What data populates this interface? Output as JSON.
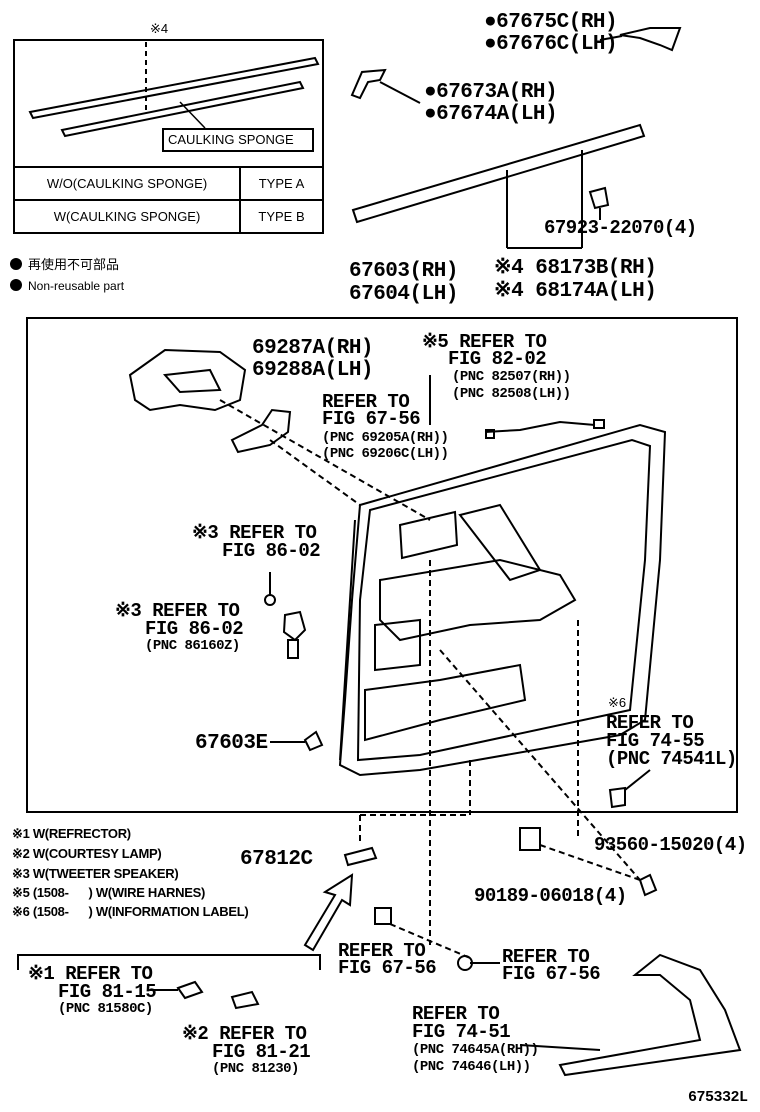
{
  "inset": {
    "mark": "※4",
    "callout": "CAULKING SPONGE",
    "table": [
      {
        "condition": "W/O(CAULKING SPONGE)",
        "type": "TYPE A"
      },
      {
        "condition": "W(CAULKING SPONGE)",
        "type": "TYPE B"
      }
    ]
  },
  "legend": {
    "jp": "再使用不可部品",
    "en": "Non-reusable part"
  },
  "parts": {
    "p67675c": "●67675C(RH)",
    "p67676c": "●67676C(LH)",
    "p67673a": "●67673A(RH)",
    "p67674a": "●67674A(LH)",
    "p67923": "67923-22070(4)",
    "p67603": "67603(RH)",
    "p67604": "67604(LH)",
    "p68173b": "※4 68173B(RH)",
    "p68174a": "※4 68174A(LH)",
    "p69287a": "69287A(RH)",
    "p69288a": "69288A(LH)",
    "p67603e": "67603E",
    "p67812c": "67812C",
    "p93560": "93560-15020(4)",
    "p90189": "90189-06018(4)"
  },
  "refs": {
    "r5": {
      "title": "※5 REFER TO",
      "fig": "FIG 82-02",
      "pnc1": "(PNC 82507(RH))",
      "pnc2": "(PNC 82508(LH))"
    },
    "r6756a": {
      "title": "REFER TO",
      "fig": "FIG 67-56",
      "pnc1": "(PNC 69205A(RH))",
      "pnc2": "(PNC 69206C(LH))"
    },
    "r3a": {
      "title": "※3 REFER TO",
      "fig": "FIG 86-02"
    },
    "r3b": {
      "title": "※3 REFER TO",
      "fig": "FIG 86-02",
      "pnc1": "(PNC 86160Z)"
    },
    "r6": {
      "mark": "※6",
      "title": "REFER TO",
      "fig": "FIG 74-55",
      "pnc1": "(PNC 74541L)"
    },
    "r6756b": {
      "title": "REFER TO",
      "fig": "FIG 67-56"
    },
    "r6756c": {
      "title": "REFER TO",
      "fig": "FIG 67-56"
    },
    "r1": {
      "title": "※1 REFER TO",
      "fig": "FIG 81-15",
      "pnc1": "(PNC 81580C)"
    },
    "r2": {
      "title": "※2 REFER TO",
      "fig": "FIG 81-21",
      "pnc1": "(PNC 81230)"
    },
    "r7451": {
      "title": "REFER TO",
      "fig": "FIG 74-51",
      "pnc1": "(PNC 74645A(RH))",
      "pnc2": "(PNC 74646(LH))"
    }
  },
  "notes": [
    "※1 W(REFRECTOR)",
    "※2 W(COURTESY LAMP)",
    "※3 W(TWEETER SPEAKER)",
    "※5 (1508-      ) W(WIRE HARNES)",
    "※6 (1508-      ) W(INFORMATION LABEL)"
  ],
  "figure_id": "675332L"
}
